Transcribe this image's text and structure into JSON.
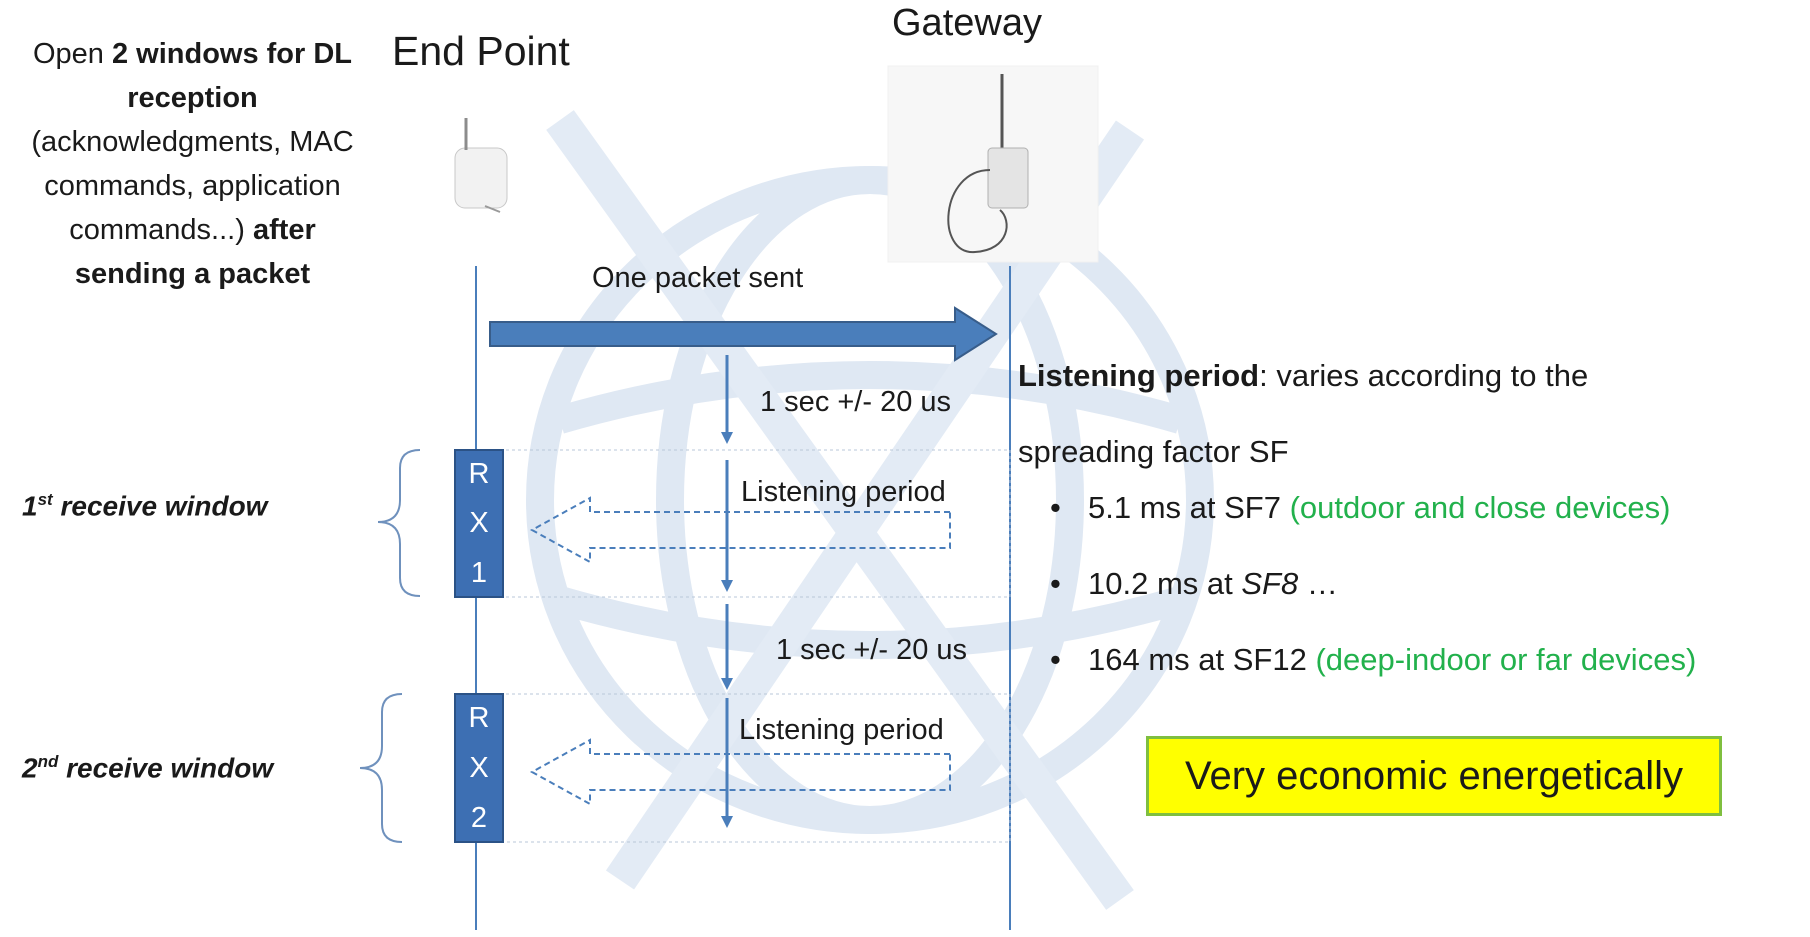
{
  "intro": {
    "open": "Open",
    "windows_for_dl": "2 windows for DL",
    "reception": "reception",
    "line3": "(acknowledgments, MAC",
    "line4": "commands, application",
    "line5": "commands...)",
    "after": "after",
    "sending": "sending a packet"
  },
  "end_point_title": "End Point",
  "gateway_title": "Gateway",
  "packet_label": "One packet sent",
  "delay1_label": "1 sec +/- 20 us",
  "delay2_label": "1 sec +/- 20 us",
  "listening1_label": "Listening period",
  "listening2_label": "Listening period",
  "window1": {
    "num": "1",
    "suffix": "st",
    "text": " receive window"
  },
  "window2": {
    "num": "2",
    "suffix": "nd",
    "text": " receive window"
  },
  "rx1": [
    "R",
    "X",
    "1"
  ],
  "rx2": [
    "R",
    "X",
    "2"
  ],
  "listening_head": {
    "bold": "Listening period",
    "rest": ": varies according to the",
    "line2": "spreading factor SF"
  },
  "bullets": [
    {
      "main": "5.1 ms at SF7",
      "note": "(outdoor and close devices)"
    },
    {
      "main": "10.2 ms at",
      "italic": "SF8",
      "tail": " …"
    },
    {
      "main": "164 ms at SF12",
      "note": "(deep-indoor or far devices)"
    }
  ],
  "callout": "Very economic energetically",
  "colors": {
    "arrow_blue": "#4a7ebb",
    "box_blue": "#3d6fb3",
    "note_green": "#22b14c",
    "callout_yellow": "#ffff00"
  }
}
